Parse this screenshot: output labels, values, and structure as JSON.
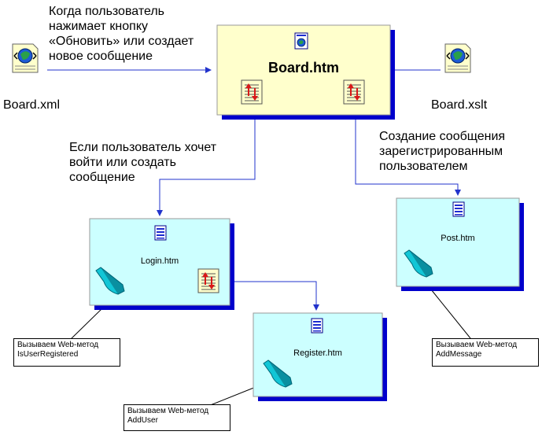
{
  "boxes": {
    "board": {
      "title": "Board.htm"
    },
    "login": {
      "title": "Login.htm"
    },
    "register": {
      "title": "Register.htm"
    },
    "post": {
      "title": "Post.htm"
    }
  },
  "files": {
    "xml": "Board.xml",
    "xslt": "Board.xslt"
  },
  "notes": {
    "refresh": [
      "Когда пользователь",
      "нажимает кнопку",
      "«Обновить» или создает",
      "новое сообщение"
    ],
    "login": [
      "Если пользователь хочет",
      "войти или создать",
      "сообщение"
    ],
    "post": [
      "Создание сообщения",
      "зарегистрированным",
      "пользователем"
    ]
  },
  "callouts": {
    "is_user_registered": [
      "Вызываем Web-метод",
      "IsUserRegistered"
    ],
    "add_user": [
      "Вызываем Web-метод",
      "AddUser"
    ],
    "add_message": [
      "Вызываем Web-метод",
      "AddMessage"
    ]
  },
  "colors": {
    "board_fill": "#ffffcc",
    "page_fill": "#ccffff",
    "shadow": "#0000cc",
    "arrow": "#2233cc",
    "border": "#9a9a9a"
  }
}
